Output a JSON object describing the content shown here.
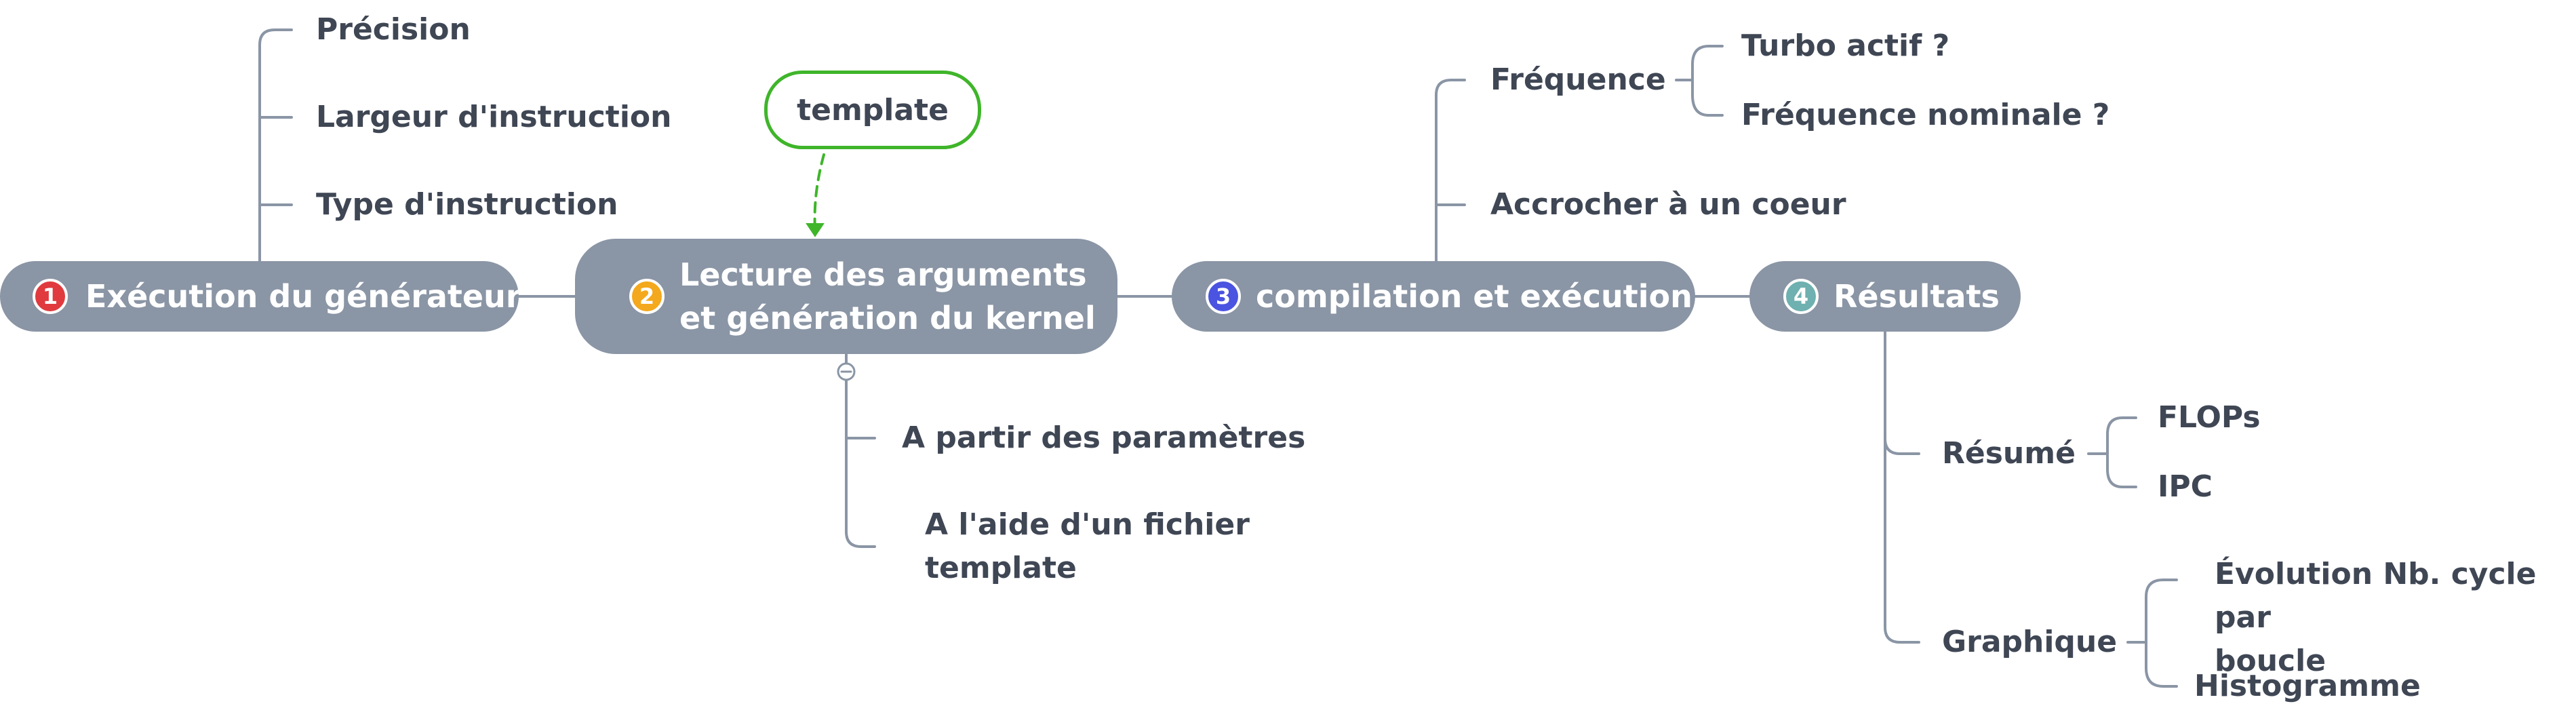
{
  "colors": {
    "node_fill": "#8a95a5",
    "connector": "#8a95a5",
    "leaf_text": "#3f4654",
    "callout_border": "#3fb52a",
    "badge_1": "#e03a3e",
    "badge_2": "#f4a81d",
    "badge_3": "#4a54e1",
    "badge_4": "#6fb0b0"
  },
  "nodes": {
    "n1": {
      "number": "1",
      "label": "Exécution du générateur"
    },
    "n2": {
      "number": "2",
      "label": "Lecture des arguments\net génération du kernel"
    },
    "n3": {
      "number": "3",
      "label": "compilation et exécution"
    },
    "n4": {
      "number": "4",
      "label": "Résultats"
    }
  },
  "callout": {
    "label": "template"
  },
  "collapse_icon": "minus-circle-icon",
  "n1_children": [
    "Précision",
    "Largeur d'instruction",
    "Type d'instruction"
  ],
  "n2_children": [
    "A partir des paramètres",
    "A l'aide d'un fichier\ntemplate"
  ],
  "n3_children": {
    "frequence": {
      "label": "Fréquence",
      "children": [
        "Turbo actif ?",
        "Fréquence nominale ?"
      ]
    },
    "accrocher": "Accrocher à un coeur"
  },
  "n4_children": {
    "resume": {
      "label": "Résumé",
      "children": [
        "FLOPs",
        "IPC"
      ]
    },
    "graphique": {
      "label": "Graphique",
      "children": [
        "Évolution Nb. cycle par\nboucle",
        "Histogramme"
      ]
    }
  }
}
